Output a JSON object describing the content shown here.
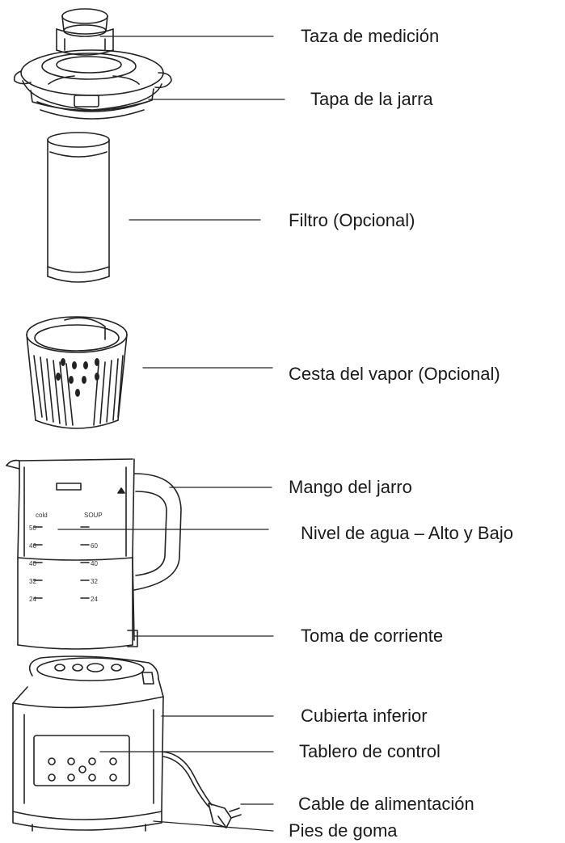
{
  "labels": {
    "measuring_cup": "Taza de medición",
    "jug_lid": "Tapa de la jarra",
    "filter": "Filtro (Opcional)",
    "steam_basket": "Cesta del vapor (Opcional)",
    "jug_handle": "Mango del jarro",
    "water_level": "Nivel de agua – Alto y Bajo",
    "power_socket": "Toma de corriente",
    "lower_cover": "Cubierta inferior",
    "control_panel": "Tablero de control",
    "power_cable": "Cable de alimentación",
    "rubber_feet": "Pies de goma"
  },
  "jug_scale": {
    "left_icon_text": "cold",
    "right_icon_text": "SOUP",
    "left_marks": [
      "50",
      "46",
      "40",
      "32",
      "24"
    ],
    "right_marks": [
      "60",
      "40",
      "32",
      "24"
    ]
  }
}
